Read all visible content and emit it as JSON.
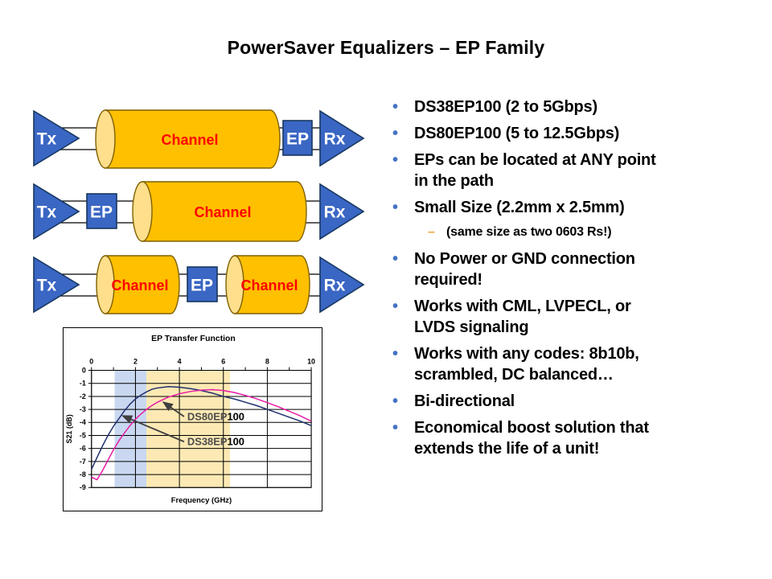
{
  "slide_title": "PowerSaver Equalizers – EP Family",
  "colors": {
    "shape_blue": "#3A66C4",
    "shape_blue_border": "#17375E",
    "gold": "#FFC000",
    "gold_cap": "#FFDF8C",
    "gold_border": "#7F6000",
    "channel_text": "#FF0000",
    "bullet_dot": "#4472C4",
    "sub_dash": "#E8A33D",
    "body_text": "#000000"
  },
  "diagram": {
    "tx_label": "Tx",
    "rx_label": "Rx",
    "ep_label": "EP",
    "channel_label": "Channel"
  },
  "bullets": {
    "dot": "•",
    "dash": "–",
    "items": [
      {
        "text": "DS38EP100 (2 to 5Gbps)"
      },
      {
        "text": "DS80EP100 (5 to 12.5Gbps)"
      },
      {
        "text": "EPs can be located at ANY point\nin the path"
      },
      {
        "text": "Small Size (2.2mm x 2.5mm)"
      },
      {
        "text": "(same size as two 0603 Rs!)",
        "sub": true
      },
      {
        "text": "No Power or GND connection\nrequired!"
      },
      {
        "text": "Works with CML, LVPECL, or\nLVDS signaling"
      },
      {
        "text": "Works with any codes: 8b10b,\nscrambled, DC balanced…"
      },
      {
        "text": "Bi-directional"
      },
      {
        "text": "Economical boost solution that\nextends the life of a unit!"
      }
    ]
  },
  "chart_data": {
    "type": "line",
    "title": "EP Transfer Function",
    "xlabel": "Frequency (GHz)",
    "ylabel": "S21 (dB)",
    "xlim": [
      0,
      10
    ],
    "ylim": [
      -9,
      0
    ],
    "grid": true,
    "x_major_ticks": [
      0,
      2,
      4,
      6,
      8,
      10
    ],
    "x_minor_step": 1,
    "y_ticks": [
      0,
      -1,
      -2,
      -3,
      -4,
      -5,
      -6,
      -7,
      -8,
      -9
    ],
    "bands": [
      {
        "name": "band-2to5gbps",
        "x0": 1.05,
        "x1": 2.5,
        "color": "#C9D8F0"
      },
      {
        "name": "band-5to12p5gbps",
        "x0": 2.5,
        "x1": 6.3,
        "color": "#FCE9B4"
      }
    ],
    "series": [
      {
        "name": "DS38EP100",
        "color": "#203070",
        "x": [
          0,
          0.25,
          0.5,
          0.75,
          1,
          1.25,
          1.5,
          1.75,
          2,
          2.25,
          2.5,
          2.75,
          3,
          3.5,
          4,
          4.5,
          5,
          5.5,
          6,
          6.5,
          7,
          7.5,
          8,
          8.5,
          9,
          9.5,
          10
        ],
        "y": [
          -7.6,
          -6.7,
          -5.8,
          -5.0,
          -4.3,
          -3.7,
          -3.1,
          -2.6,
          -2.2,
          -1.9,
          -1.65,
          -1.45,
          -1.35,
          -1.25,
          -1.3,
          -1.4,
          -1.55,
          -1.75,
          -2.0,
          -2.2,
          -2.45,
          -2.7,
          -3.0,
          -3.3,
          -3.6,
          -3.9,
          -4.25
        ]
      },
      {
        "name": "DS80EP100",
        "color": "#E81CA8",
        "x": [
          0,
          0.25,
          0.5,
          0.75,
          1,
          1.25,
          1.5,
          1.75,
          2,
          2.25,
          2.5,
          2.75,
          3,
          3.5,
          4,
          4.5,
          5,
          5.5,
          6,
          6.5,
          7,
          7.5,
          8,
          8.5,
          9,
          9.5,
          10
        ],
        "y": [
          -8.2,
          -8.4,
          -7.7,
          -6.9,
          -6.1,
          -5.4,
          -4.8,
          -4.25,
          -3.75,
          -3.35,
          -3.0,
          -2.7,
          -2.45,
          -2.05,
          -1.8,
          -1.62,
          -1.52,
          -1.48,
          -1.55,
          -1.7,
          -1.92,
          -2.18,
          -2.48,
          -2.8,
          -3.15,
          -3.5,
          -3.9
        ]
      }
    ],
    "annotations": [
      {
        "prefix": "DS80EP",
        "suffix": "100",
        "label_x": 4.36,
        "label_y": -3.55,
        "to_x": 3.27,
        "to_y": -2.45
      },
      {
        "prefix": "DS38EP",
        "suffix": "100",
        "label_x": 4.36,
        "label_y": -5.48,
        "to_x": 1.42,
        "to_y": -3.49
      }
    ]
  }
}
